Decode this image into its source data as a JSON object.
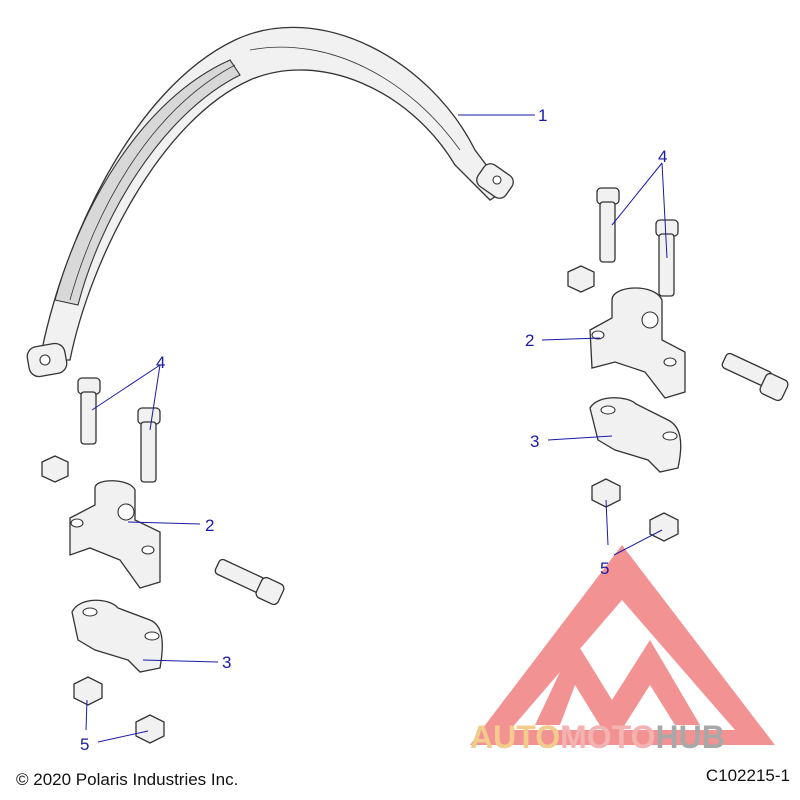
{
  "diagram": {
    "callouts": {
      "c1": "1",
      "c2_left": "2",
      "c2_right": "2",
      "c3_left": "3",
      "c3_right": "3",
      "c4_left": "4",
      "c4_right": "4",
      "c5_left": "5",
      "c5_right": "5"
    },
    "watermark": {
      "word_part1": "AUTO",
      "word_part2": "MOTO",
      "word_part3": "HUB",
      "colors": {
        "auto": "#f0c27a",
        "moto": "#f3a6a6",
        "hub": "#9a9a9a",
        "triangle": "#f08080"
      }
    }
  },
  "footer": {
    "copyright": "© 2020 Polaris Industries Inc.",
    "drawing_id": "C102215-1"
  },
  "colors": {
    "callout": "#1a1aa6"
  }
}
